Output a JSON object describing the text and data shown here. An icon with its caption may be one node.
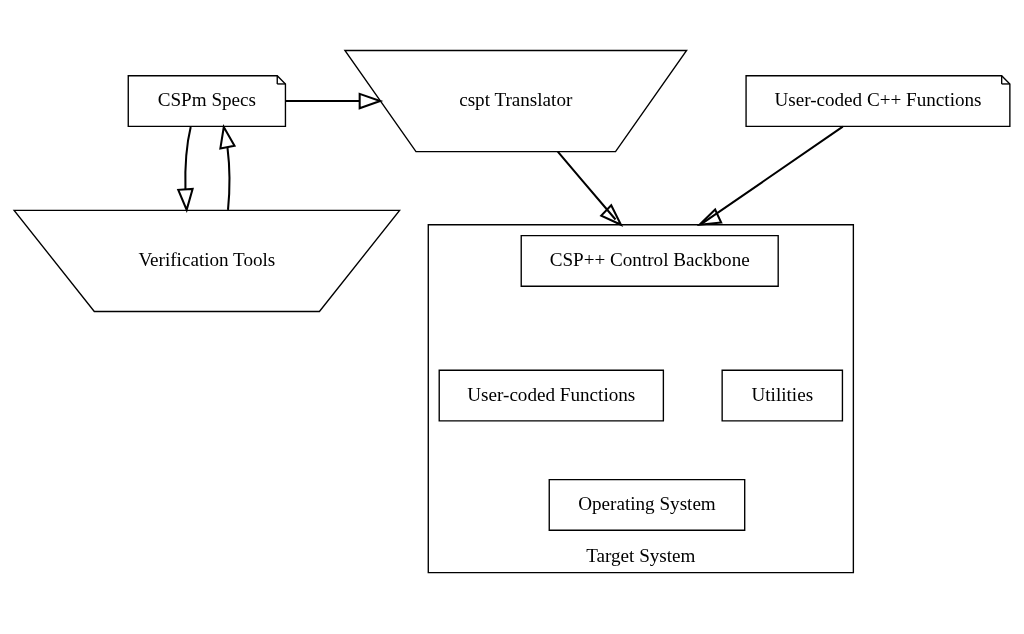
{
  "diagram": {
    "nodes": [
      {
        "text": [
          "CSPm Specs"
        ]
      },
      {
        "text": [
          "cspt Translator"
        ]
      },
      {
        "text": [
          "Verification Tools"
        ]
      },
      {
        "text": [
          "Target System"
        ]
      },
      {
        "text": [
          "CSP++ Control Backbone"
        ],
        "in": 3
      },
      {
        "text": [
          "User-coded Functions"
        ],
        "in": 3
      },
      {
        "text": [
          "Utilities"
        ],
        "in": 3
      },
      {
        "text": [
          "Operating System"
        ],
        "in": 3
      },
      {
        "text": [
          "User-coded C++ Functions"
        ]
      }
    ],
    "edges": [
      {
        "from": 0,
        "to": 1,
        "arrow": "to"
      },
      {
        "from": 2,
        "to": 0,
        "arrow": "to"
      },
      {
        "from": 0,
        "to": 2,
        "arrow": "to"
      },
      {
        "from": 1,
        "to": 3,
        "arrow": "to"
      },
      {
        "from": 8,
        "to": 3,
        "arrow": "to"
      }
    ]
  }
}
